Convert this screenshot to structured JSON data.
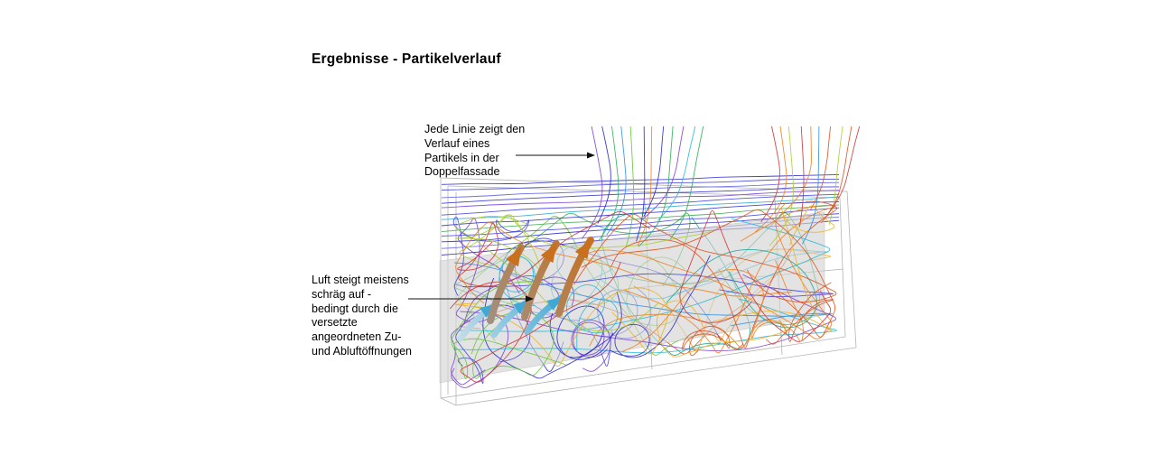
{
  "slide": {
    "title": "Ergebnisse - Partikelverlauf"
  },
  "annotations": {
    "line_note": {
      "lines": [
        "Jede Linie zeigt den",
        "Verlauf eines",
        "Partikels in der",
        "Doppelfassade"
      ]
    },
    "airflow_note": {
      "lines": [
        "Luft steigt meistens",
        "schräg auf -",
        "bedingt durch die",
        "versetzte",
        "angeordneten Zu-",
        "und Abluftöffnungen"
      ]
    }
  },
  "figure": {
    "palette": {
      "cool": [
        "#2828c8",
        "#4343e0",
        "#2b8fe0",
        "#28b8d8",
        "#7d3fd4"
      ],
      "mid": [
        "#2ab052",
        "#63c832",
        "#aacf2a",
        "#16a79a"
      ],
      "warm": [
        "#f0b01e",
        "#ef7f1e",
        "#e0501e",
        "#d23232"
      ]
    },
    "band_colors": [
      "#3030d0",
      "#4545de",
      "#6060e6",
      "#3030d0",
      "#7d46d8",
      "#4545de",
      "#2fa6cc",
      "#3030d0",
      "#3fae57",
      "#4545de",
      "#3030d0",
      "#6060e6",
      "#3030d0"
    ],
    "arrows": {
      "warm_tail": "#a09080",
      "warm_head": "#c8701e",
      "cool_tail": "#c4dde8",
      "cool_head": "#3fa8d4"
    },
    "frame_color": "#b4b4b4",
    "panel_color": "#d2d2d2",
    "leader_color": "#111111"
  }
}
